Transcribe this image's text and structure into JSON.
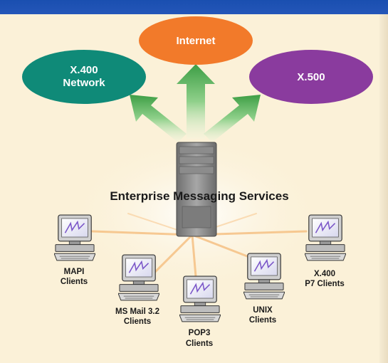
{
  "diagram": {
    "center_label": "Enterprise Messaging Services",
    "networks": [
      {
        "id": "internet",
        "line1": "Internet",
        "line2": "",
        "color": "#f27a2a"
      },
      {
        "id": "x400",
        "line1": "X.400",
        "line2": "Network",
        "color": "#0f8a78"
      },
      {
        "id": "x500",
        "line1": "X.500",
        "line2": "",
        "color": "#8a3b9e"
      }
    ],
    "clients": [
      {
        "id": "mapi",
        "line1": "MAPI",
        "line2": "Clients"
      },
      {
        "id": "msmail",
        "line1": "MS Mail 3.2",
        "line2": "Clients"
      },
      {
        "id": "pop3",
        "line1": "POP3",
        "line2": "Clients"
      },
      {
        "id": "unix",
        "line1": "UNIX",
        "line2": "Clients"
      },
      {
        "id": "x400p7",
        "line1": "X.400",
        "line2": "P7 Clients"
      }
    ],
    "colors": {
      "arrow": "#4fae4f",
      "ray": "#f5b36a",
      "panel": "#fbf1d8",
      "banner": "#2456b8"
    }
  }
}
